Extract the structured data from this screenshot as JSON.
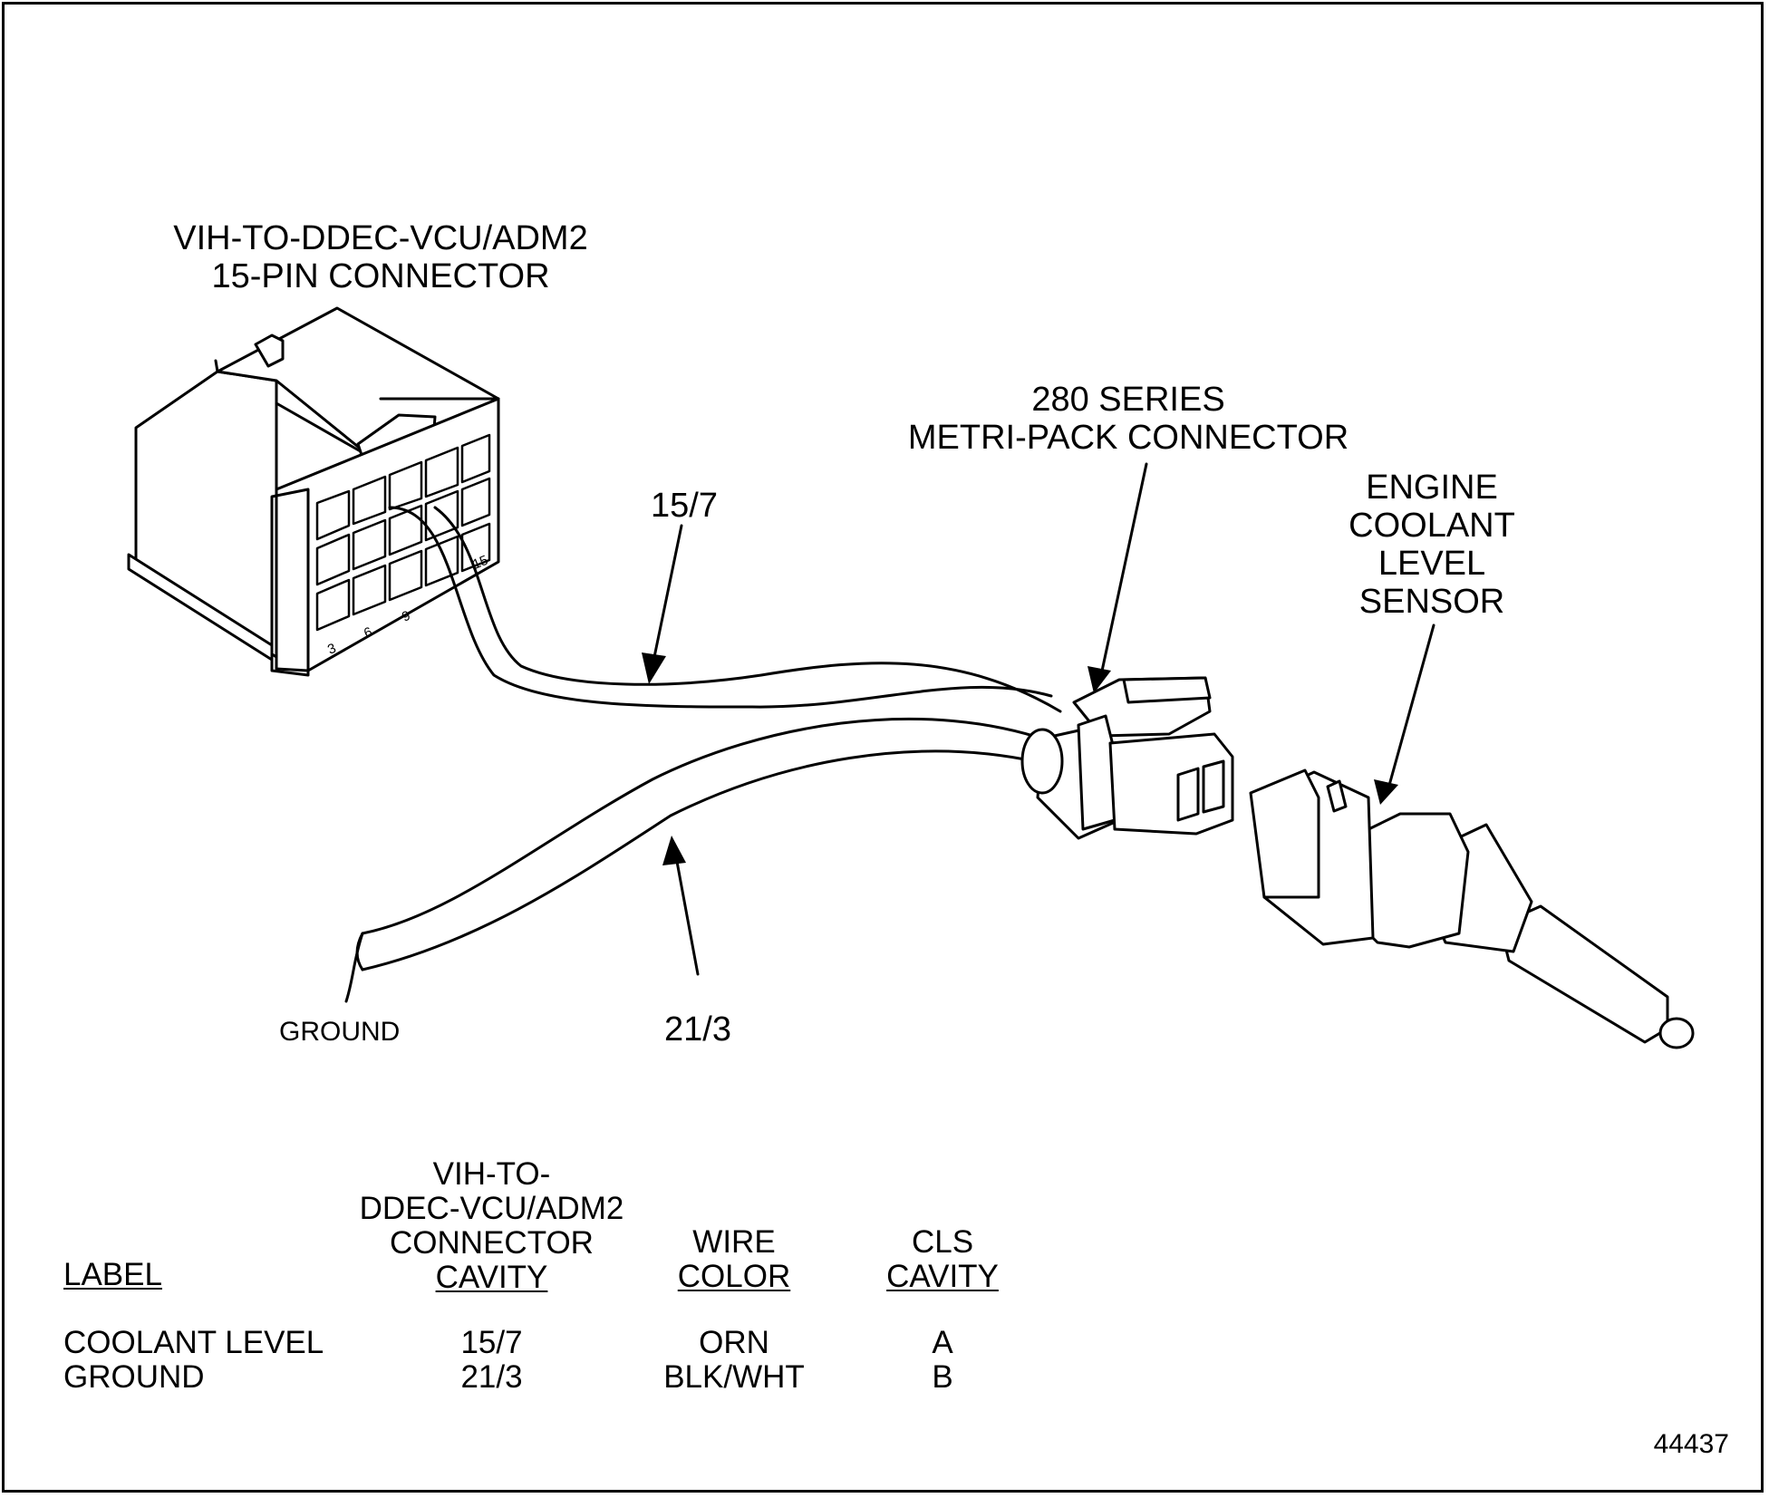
{
  "labels": {
    "connector15_line1": "VIH-TO-DDEC-VCU/ADM2",
    "connector15_line2": "15-PIN CONNECTOR",
    "metripack_line1": "280 SERIES",
    "metripack_line2": "METRI-PACK CONNECTOR",
    "sensor_line1": "ENGINE",
    "sensor_line2": "COOLANT",
    "sensor_line3": "LEVEL",
    "sensor_line4": "SENSOR",
    "wire_top": "15/7",
    "wire_bottom": "21/3",
    "ground": "GROUND",
    "figure_number": "44437"
  },
  "pin_numbers": [
    "3",
    "6",
    "9",
    "15"
  ],
  "table": {
    "headers": {
      "label": "LABEL",
      "cavity_line1": "VIH-TO-",
      "cavity_line2": "DDEC-VCU/ADM2",
      "cavity_line3": "CONNECTOR",
      "cavity_line4": "CAVITY",
      "wire_line1": "WIRE",
      "wire_line2": "COLOR",
      "cls_line1": "CLS",
      "cls_line2": "CAVITY"
    },
    "rows": [
      {
        "label": "COOLANT LEVEL",
        "cavity": "15/7",
        "wire": "ORN",
        "cls": "A"
      },
      {
        "label": "GROUND",
        "cavity": "21/3",
        "wire": "BLK/WHT",
        "cls": "B"
      }
    ]
  }
}
